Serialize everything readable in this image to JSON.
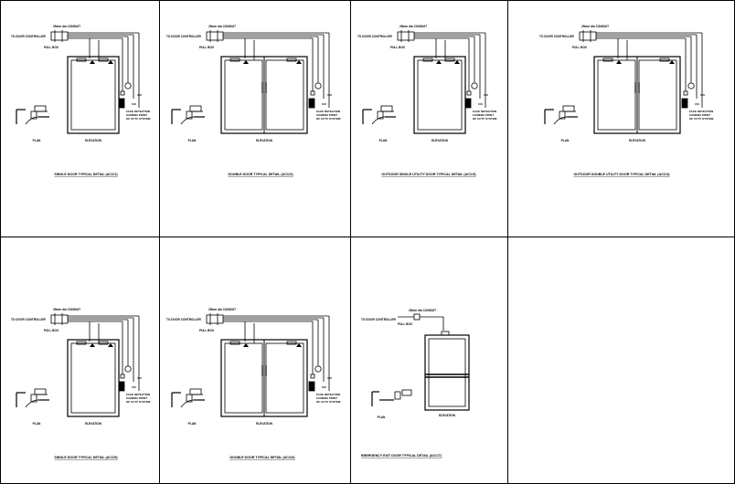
{
  "sheet": {
    "panels": [
      {
        "title": "SINGLE DOOR TYPICAL DETAIL (ACC/1)",
        "door": "single",
        "plan_label": "PLAN",
        "elevation_label": "ELEVATION",
        "controller_label": "TO DOOR CONTROLLER",
        "conduit_label": "25mm dia CONDUIT",
        "pull_box_label": "PULL BOX",
        "camera_note": [
          "FACE DETECTION",
          "CAMERA POINT",
          "OF CCTV SYSTEM"
        ]
      },
      {
        "title": "DOUBLE DOOR TYPICAL DETAIL (ACC/2)",
        "door": "double",
        "plan_label": "PLAN",
        "elevation_label": "ELEVATION",
        "controller_label": "TO DOOR CONTROLLER",
        "conduit_label": "25mm dia CONDUIT",
        "pull_box_label": "PULL BOX",
        "camera_note": [
          "FACE DETECTION",
          "CAMERA POINT",
          "OF CCTV SYSTEM"
        ]
      },
      {
        "title": "OUTDOOR SINGLE UTILITY DOOR TYPICAL DETAIL (ACC/3)",
        "door": "single",
        "plan_label": "PLAN",
        "elevation_label": "ELEVATION",
        "controller_label": "TO DOOR CONTROLLER",
        "conduit_label": "25mm dia CONDUIT",
        "pull_box_label": "PULL BOX",
        "camera_note": [
          "FACE DETECTION",
          "CAMERA POINT",
          "OF CCTV SYSTEM"
        ]
      },
      {
        "title": "OUTDOOR DOUBLE UTILITY DOOR TYPICAL DETAIL (ACC/4)",
        "door": "double",
        "plan_label": "PLAN",
        "elevation_label": "ELEVATION",
        "controller_label": "TO DOOR CONTROLLER",
        "conduit_label": "25mm dia CONDUIT",
        "pull_box_label": "PULL BOX",
        "camera_note": [
          "FACE DETECTION",
          "CAMERA POINT",
          "OF CCTV SYSTEM"
        ]
      },
      {
        "title": "SINGLE DOOR TYPICAL DETAIL (ACC/5)",
        "door": "single",
        "plan_label": "PLAN",
        "elevation_label": "ELEVATION",
        "controller_label": "TO DOOR CONTROLLER",
        "conduit_label": "25mm dia CONDUIT",
        "pull_box_label": "PULL BOX",
        "camera_note": [
          "FACE DETECTION",
          "CAMERA POINT",
          "OF CCTV SYSTEM"
        ]
      },
      {
        "title": "DOUBLE DOOR TYPICAL DETAIL (ACC/6)",
        "door": "double",
        "plan_label": "PLAN",
        "elevation_label": "ELEVATION",
        "controller_label": "TO DOOR CONTROLLER",
        "conduit_label": "25mm dia CONDUIT",
        "pull_box_label": "PULL BOX",
        "camera_note": [
          "FACE DETECTION",
          "CAMERA POINT",
          "OF CCTV SYSTEM"
        ]
      },
      {
        "title": "EMERGENCY EXIT DOOR TYPICAL DETAIL (ACC/7)",
        "door": "emergency",
        "plan_label": "PLAN",
        "elevation_label": "ELEVATION",
        "controller_label": "TO DOOR CONTROLLER",
        "conduit_label": "25mm dia CONDUIT",
        "pull_box_label": "PULL BOX",
        "camera_note": []
      }
    ]
  }
}
